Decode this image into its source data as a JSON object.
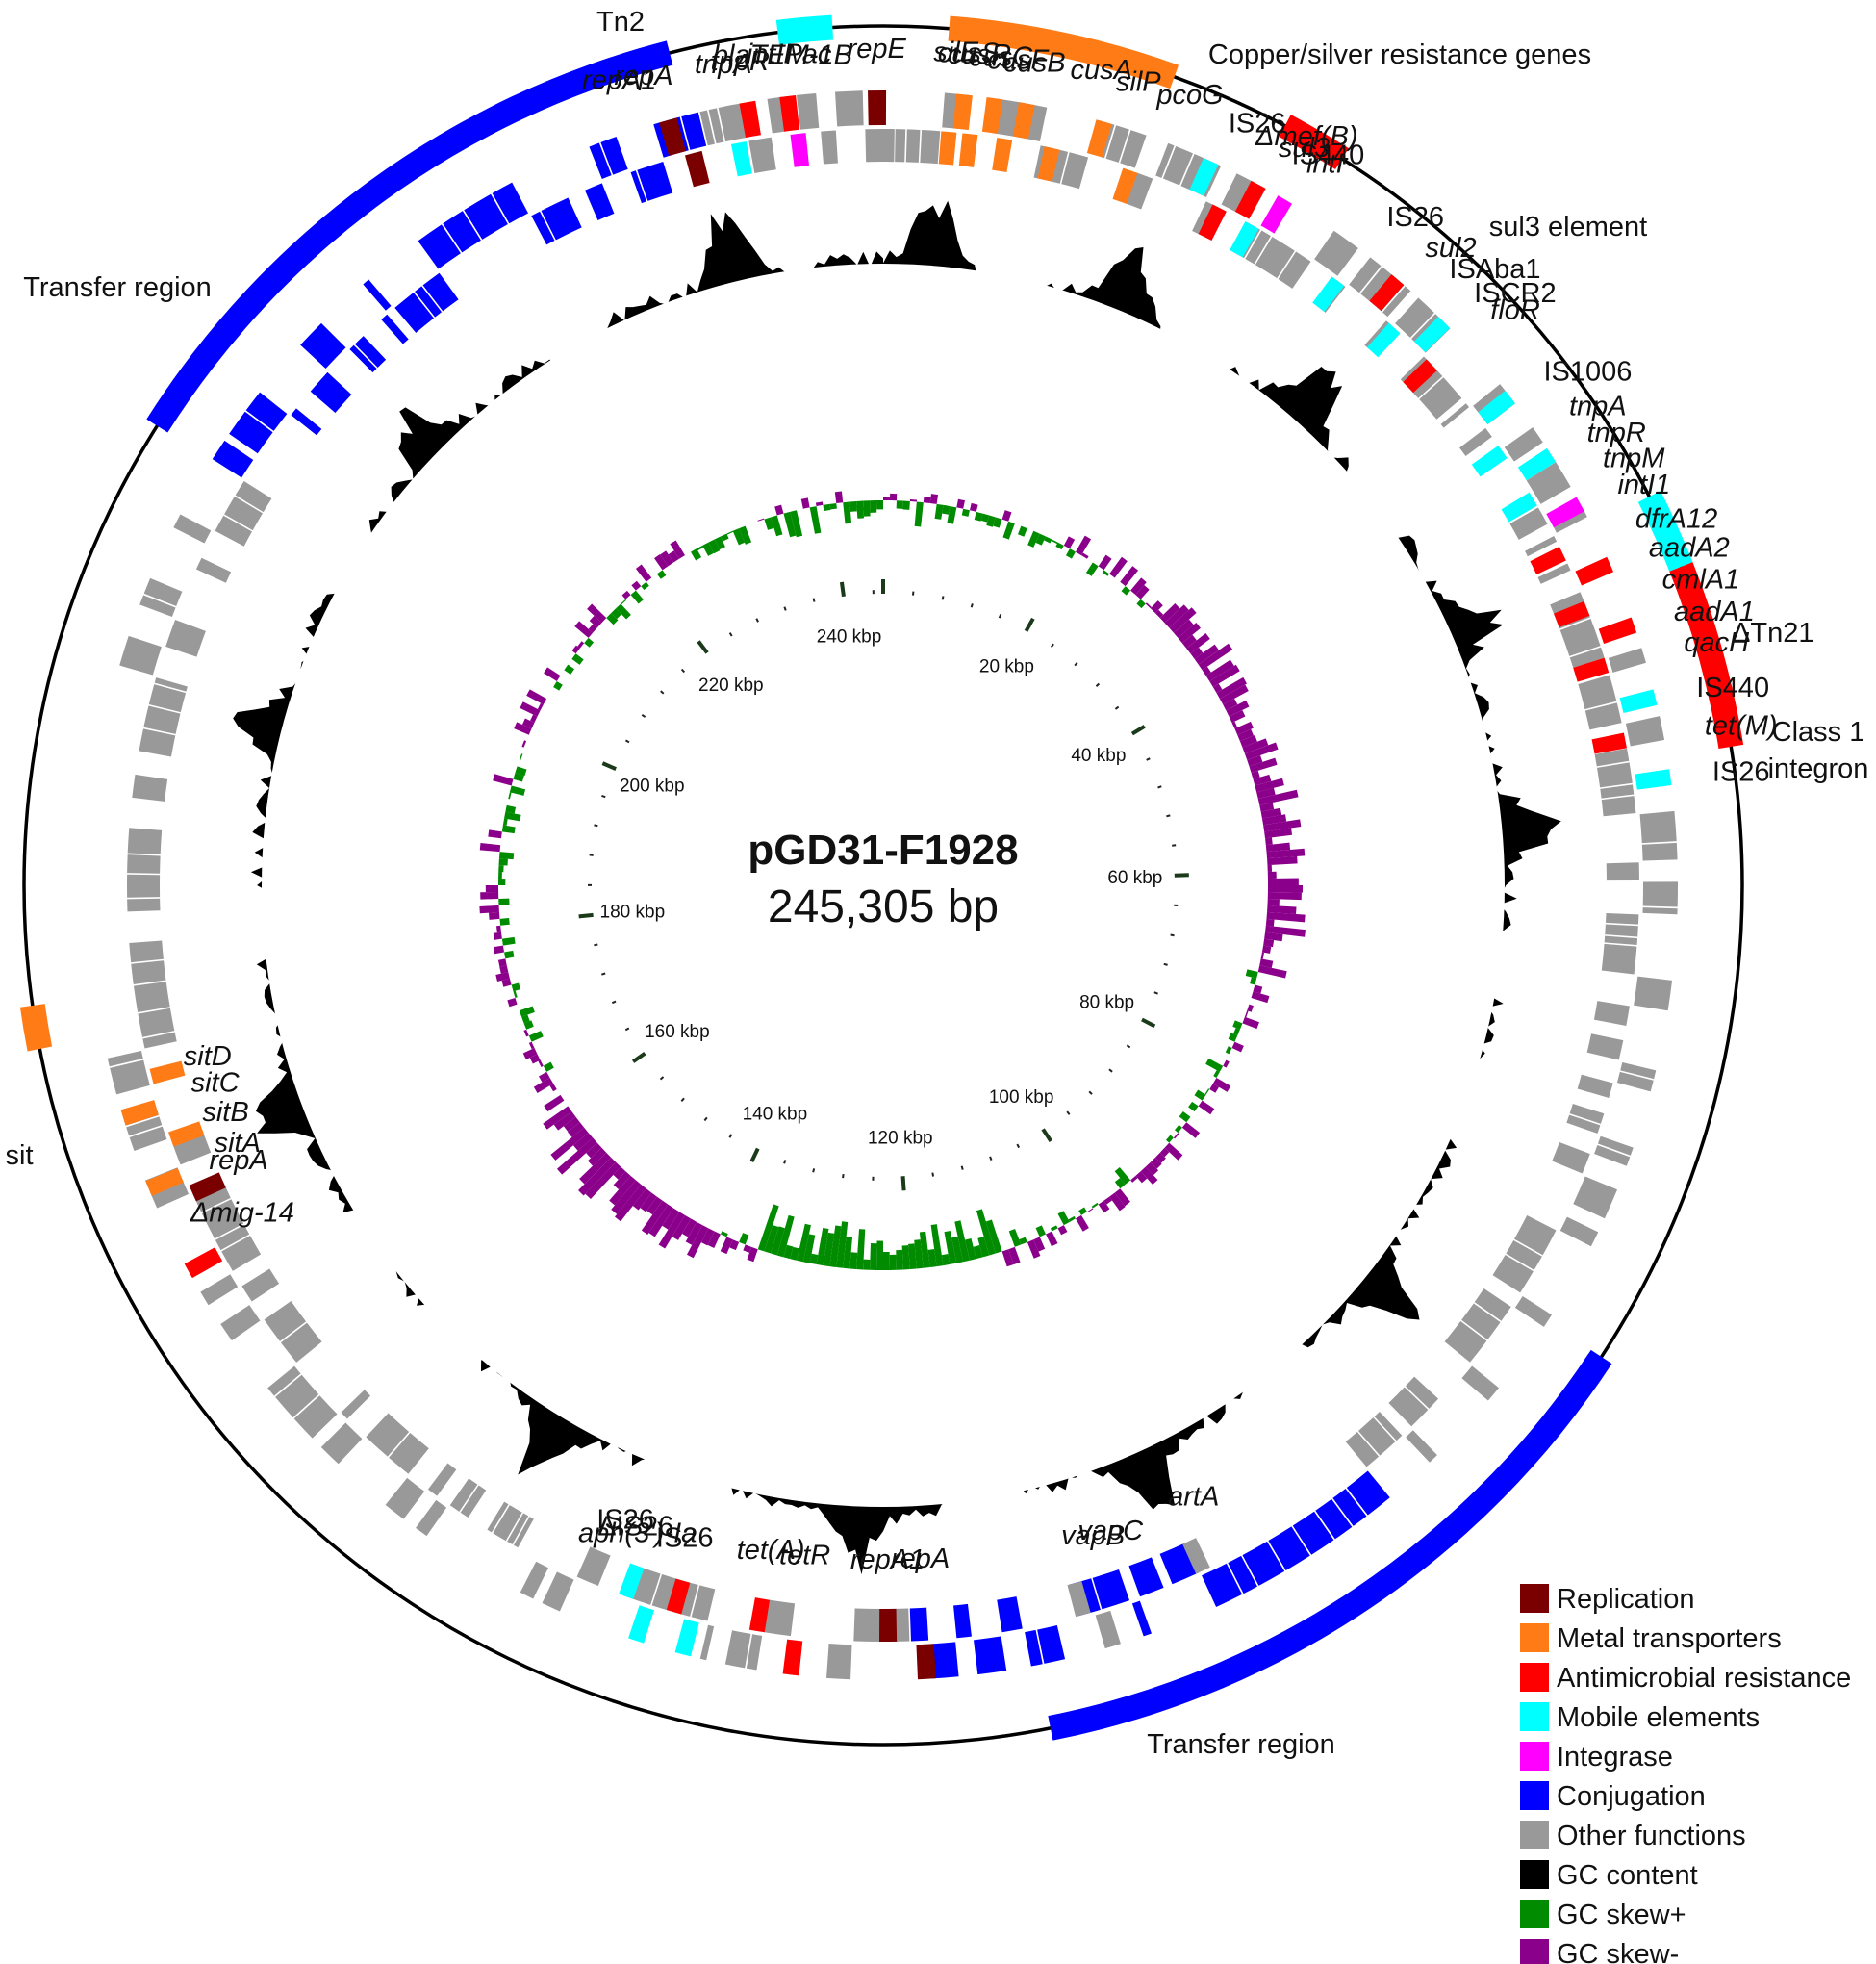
{
  "plasmid": {
    "name": "pGD31-F1928",
    "size_label": "245,305 bp",
    "length_kbp": 245.305
  },
  "colors": {
    "Replication": "#7a0000",
    "Metal transporters": "#ff7b16",
    "Antimicrobial resistance": "#ff0000",
    "Mobile elements": "#00ffff",
    "Integrase": "#ff00ff",
    "Conjugation": "#0000ff",
    "Other functions": "#999999",
    "GC content": "#000000",
    "GC skew+": "#008b00",
    "GC skew-": "#8b008b"
  },
  "legend": [
    {
      "label": "Replication",
      "color": "#7a0000"
    },
    {
      "label": "Metal transporters",
      "color": "#ff7b16"
    },
    {
      "label": "Antimicrobial resistance",
      "color": "#ff0000"
    },
    {
      "label": "Mobile elements",
      "color": "#00ffff"
    },
    {
      "label": "Integrase",
      "color": "#ff00ff"
    },
    {
      "label": "Conjugation",
      "color": "#0000ff"
    },
    {
      "label": "Other functions",
      "color": "#999999"
    },
    {
      "label": "GC content",
      "color": "#000000"
    },
    {
      "label": "GC skew+",
      "color": "#008b00"
    },
    {
      "label": "GC skew-",
      "color": "#8b008b"
    }
  ],
  "ticks": [
    "20 kbp",
    "40 kbp",
    "60 kbp",
    "80 kbp",
    "100 kbp",
    "120 kbp",
    "140 kbp",
    "160 kbp",
    "180 kbp",
    "200 kbp",
    "220 kbp",
    "240 kbp"
  ],
  "regions": [
    {
      "label": "Tn2",
      "start": 240.5,
      "end": 243.0,
      "cls": "Mobile elements"
    },
    {
      "label": "Copper/silver resistance genes",
      "start": 3.0,
      "end": 13.5,
      "cls": "Metal transporters"
    },
    {
      "label": "sul3 element",
      "start": 19.0,
      "end": 22.0,
      "cls": "Antimicrobial resistance"
    },
    {
      "label": "ΔTn21",
      "start": 43.0,
      "end": 46.5,
      "cls": "Mobile elements"
    },
    {
      "label": "Class 1 integron",
      "start": 46.5,
      "end": 55.0,
      "cls": "Antimicrobial resistance"
    },
    {
      "label": "Transfer region",
      "start": 84.0,
      "end": 115.0,
      "cls": "Conjugation"
    },
    {
      "label": "sit",
      "start": 176.5,
      "end": 178.5,
      "cls": "Metal transporters"
    },
    {
      "label": "Transfer region",
      "start": 206.0,
      "end": 235.5,
      "cls": "Conjugation"
    }
  ],
  "genes": [
    {
      "label": "repA1",
      "pos": 234.6,
      "cls": "Replication"
    },
    {
      "label": "repA",
      "pos": 235.4,
      "cls": "Replication"
    },
    {
      "label": "tnpR",
      "pos": 238.6,
      "cls": "Antimicrobial resistance"
    },
    {
      "label": "tnpA",
      "pos": 237.8,
      "cls": "Mobile elements"
    },
    {
      "label": "blaTEM-1B",
      "pos": 240.6,
      "cls": "Antimicrobial resistance"
    },
    {
      "label": "intIPac",
      "pos": 240.9,
      "cls": "Integrase"
    },
    {
      "label": "repE",
      "pos": 245.0,
      "cls": "Replication"
    },
    {
      "label": "silE",
      "pos": 3.4,
      "cls": "Metal transporters"
    },
    {
      "label": "cusS",
      "pos": 4.0,
      "cls": "Metal transporters"
    },
    {
      "label": "cusR",
      "pos": 4.5,
      "cls": "Metal transporters"
    },
    {
      "label": "cusC",
      "pos": 5.5,
      "cls": "Metal transporters"
    },
    {
      "label": "cusF",
      "pos": 6.3,
      "cls": "Metal transporters"
    },
    {
      "label": "cusB",
      "pos": 7.1,
      "cls": "Metal transporters"
    },
    {
      "label": "cusA",
      "pos": 8.8,
      "cls": "Metal transporters"
    },
    {
      "label": "silP",
      "pos": 11.0,
      "cls": "Metal transporters"
    },
    {
      "label": "pcoG",
      "pos": 13.0,
      "cls": "Metal transporters"
    },
    {
      "label": "IS26",
      "pos": 16.6,
      "cls": "Mobile elements"
    },
    {
      "label": "Δmef(B)",
      "pos": 18.0,
      "cls": "Antimicrobial resistance"
    },
    {
      "label": "sul3",
      "pos": 19.2,
      "cls": "Antimicrobial resistance"
    },
    {
      "label": "IS440",
      "pos": 19.9,
      "cls": "Mobile elements"
    },
    {
      "label": "intI",
      "pos": 20.7,
      "cls": "Integrase"
    },
    {
      "label": "IS26",
      "pos": 25.2,
      "cls": "Mobile elements"
    },
    {
      "label": "sul2",
      "pos": 27.5,
      "cls": "Antimicrobial resistance"
    },
    {
      "label": "ISAba1",
      "pos": 29.0,
      "cls": "Mobile elements"
    },
    {
      "label": "ISCR2",
      "pos": 30.6,
      "cls": "Mobile elements"
    },
    {
      "label": "floR",
      "pos": 31.7,
      "cls": "Antimicrobial resistance"
    },
    {
      "label": "IS1006",
      "pos": 35.5,
      "cls": "Mobile elements"
    },
    {
      "label": "tnpA",
      "pos": 37.5,
      "cls": "Mobile elements"
    },
    {
      "label": "tnpR",
      "pos": 39.0,
      "cls": "Mobile elements"
    },
    {
      "label": "tnpM",
      "pos": 40.4,
      "cls": "Mobile elements"
    },
    {
      "label": "intI1",
      "pos": 41.8,
      "cls": "Integrase"
    },
    {
      "label": "dfrA12",
      "pos": 43.6,
      "cls": "Antimicrobial resistance"
    },
    {
      "label": "aadA2",
      "pos": 45.1,
      "cls": "Antimicrobial resistance"
    },
    {
      "label": "cmlA1",
      "pos": 46.7,
      "cls": "Antimicrobial resistance"
    },
    {
      "label": "aadA1",
      "pos": 48.3,
      "cls": "Antimicrobial resistance"
    },
    {
      "label": "qacH",
      "pos": 49.8,
      "cls": "Antimicrobial resistance"
    },
    {
      "label": "IS440",
      "pos": 52.0,
      "cls": "Mobile elements"
    },
    {
      "label": "tet(M)",
      "pos": 53.8,
      "cls": "Antimicrobial resistance"
    },
    {
      "label": "IS26",
      "pos": 56.0,
      "cls": "Mobile elements"
    },
    {
      "label": "artA",
      "pos": 105.6,
      "cls": "Other functions"
    },
    {
      "label": "vapC",
      "pos": 111.2,
      "cls": "Other functions"
    },
    {
      "label": "vapB",
      "pos": 112.2,
      "cls": "Other functions"
    },
    {
      "label": "repA",
      "pos": 120.5,
      "cls": "Replication"
    },
    {
      "label": "repA1",
      "pos": 122.4,
      "cls": "Replication"
    },
    {
      "label": "tetR",
      "pos": 127.2,
      "cls": "Antimicrobial resistance"
    },
    {
      "label": "tet(A)",
      "pos": 129.2,
      "cls": "Antimicrobial resistance"
    },
    {
      "label": "IS26",
      "pos": 132.6,
      "cls": "Mobile elements"
    },
    {
      "label": "aph(3')-Ia",
      "pos": 133.6,
      "cls": "Antimicrobial resistance"
    },
    {
      "label": "ΔIS26",
      "pos": 135.0,
      "cls": "Mobile elements"
    },
    {
      "label": "IS26",
      "pos": 136.2,
      "cls": "Mobile elements"
    },
    {
      "label": "Δmig-14",
      "pos": 164.2,
      "cls": "Antimicrobial resistance"
    },
    {
      "label": "repA",
      "pos": 167.6,
      "cls": "Replication"
    },
    {
      "label": "sitA",
      "pos": 168.7,
      "cls": "Metal transporters"
    },
    {
      "label": "sitB",
      "pos": 170.6,
      "cls": "Metal transporters"
    },
    {
      "label": "sitC",
      "pos": 172.4,
      "cls": "Metal transporters"
    },
    {
      "label": "sitD",
      "pos": 174.0,
      "cls": "Metal transporters"
    }
  ]
}
